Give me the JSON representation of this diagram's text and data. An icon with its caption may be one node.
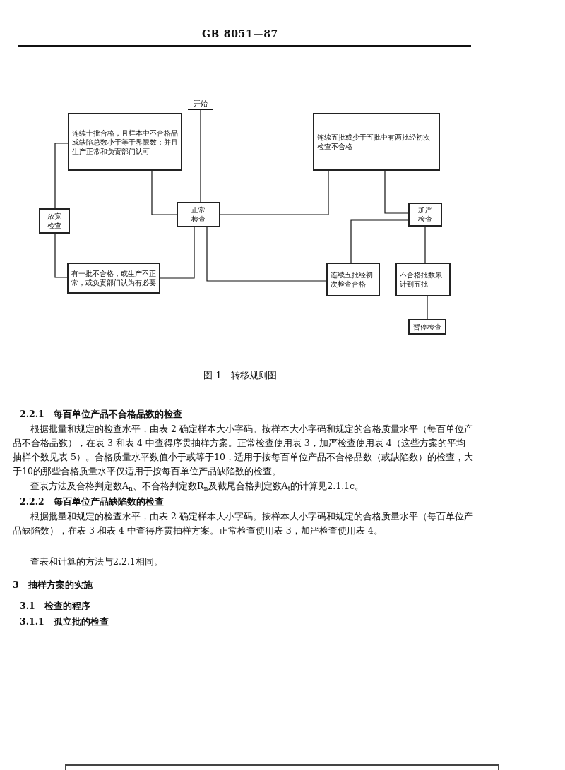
{
  "diagram": {
    "caption": "图 1　转移规则图",
    "nodes": [
      {
        "text": [
          "开始"
        ]
      },
      {
        "text": [
          "连续十批合格，且样本中不合格品或缺陷总数小于等于界限数；并且生产正常和负责部门认可"
        ]
      },
      {
        "text": [
          "连续五批或少于五批中有两批经初次检查不合格"
        ]
      },
      {
        "text": [
          "放宽检查"
        ]
      },
      {
        "text": [
          "正常检查"
        ]
      },
      {
        "text": [
          "加严检查"
        ]
      },
      {
        "text": [
          "有一批不合格，或生产不正常，或负责部门认为有必要"
        ]
      },
      {
        "text": [
          "连续五批经初次检查合格"
        ]
      },
      {
        "text": [
          "不合格批数累计到五批"
        ]
      },
      {
        "text": [
          "暂停检查"
        ]
      }
    ],
    "edges": [
      {
        "from": 0,
        "to": 4,
        "arrow": "none"
      },
      {
        "from": 4,
        "to": 1,
        "arrow": "none"
      },
      {
        "from": 1,
        "to": 3,
        "arrow": "none"
      },
      {
        "from": 3,
        "to": 6,
        "arrow": "none"
      },
      {
        "from": 6,
        "to": 4,
        "arrow": "none"
      },
      {
        "from": 4,
        "to": 2,
        "arrow": "none"
      },
      {
        "from": 2,
        "to": 5,
        "arrow": "none"
      },
      {
        "from": 5,
        "to": 7,
        "arrow": "none"
      },
      {
        "from": 7,
        "to": 4,
        "arrow": "none"
      },
      {
        "from": 5,
        "to": 8,
        "arrow": "none"
      },
      {
        "from": 8,
        "to": 9,
        "arrow": "none"
      }
    ],
    "labels": [
      "GB 8051—87",
      "2.2.1　每百单位产品不合格品数的检查",
      "根据批量和规定的检查水平，由表 2 确定样本大小字码。按样本大小字码和规定的合格质量水平（每百单位产品不合格品数），在表 3 和表 4 中查得序贯抽样方案。正常检查使用表 3，加严检查使用表 4（这些方案的平均抽样个数见表 5）。合格质量水平数值小于或等于10，适用于按每百单位产品不合格品数（或缺陷数）的检查，大于10的那些合格质量水平仅适用于按每百单位产品缺陷数的检查。",
      "查表方法及合格判定数A$_{n}$、不合格判定数R$_{n}$及截尾合格判定数A$_{t}$的计算见2.1.1c。",
      "2.2.2　每百单位产品缺陷数的检查",
      "根据批量和规定的检查水平，由表 2 确定样本大小字码。按样本大小字码和规定的合格质量水平（每百单位产品缺陷数），在表 3 和表 4 中查得序贯抽样方案。正常检查使用表 3，加严检查使用表 4。",
      "查表和计算的方法与2.2.1相同。",
      "3　抽样方案的实施",
      "3.1　检查的程序",
      "3.1.1　孤立批的检查"
    ]
  }
}
